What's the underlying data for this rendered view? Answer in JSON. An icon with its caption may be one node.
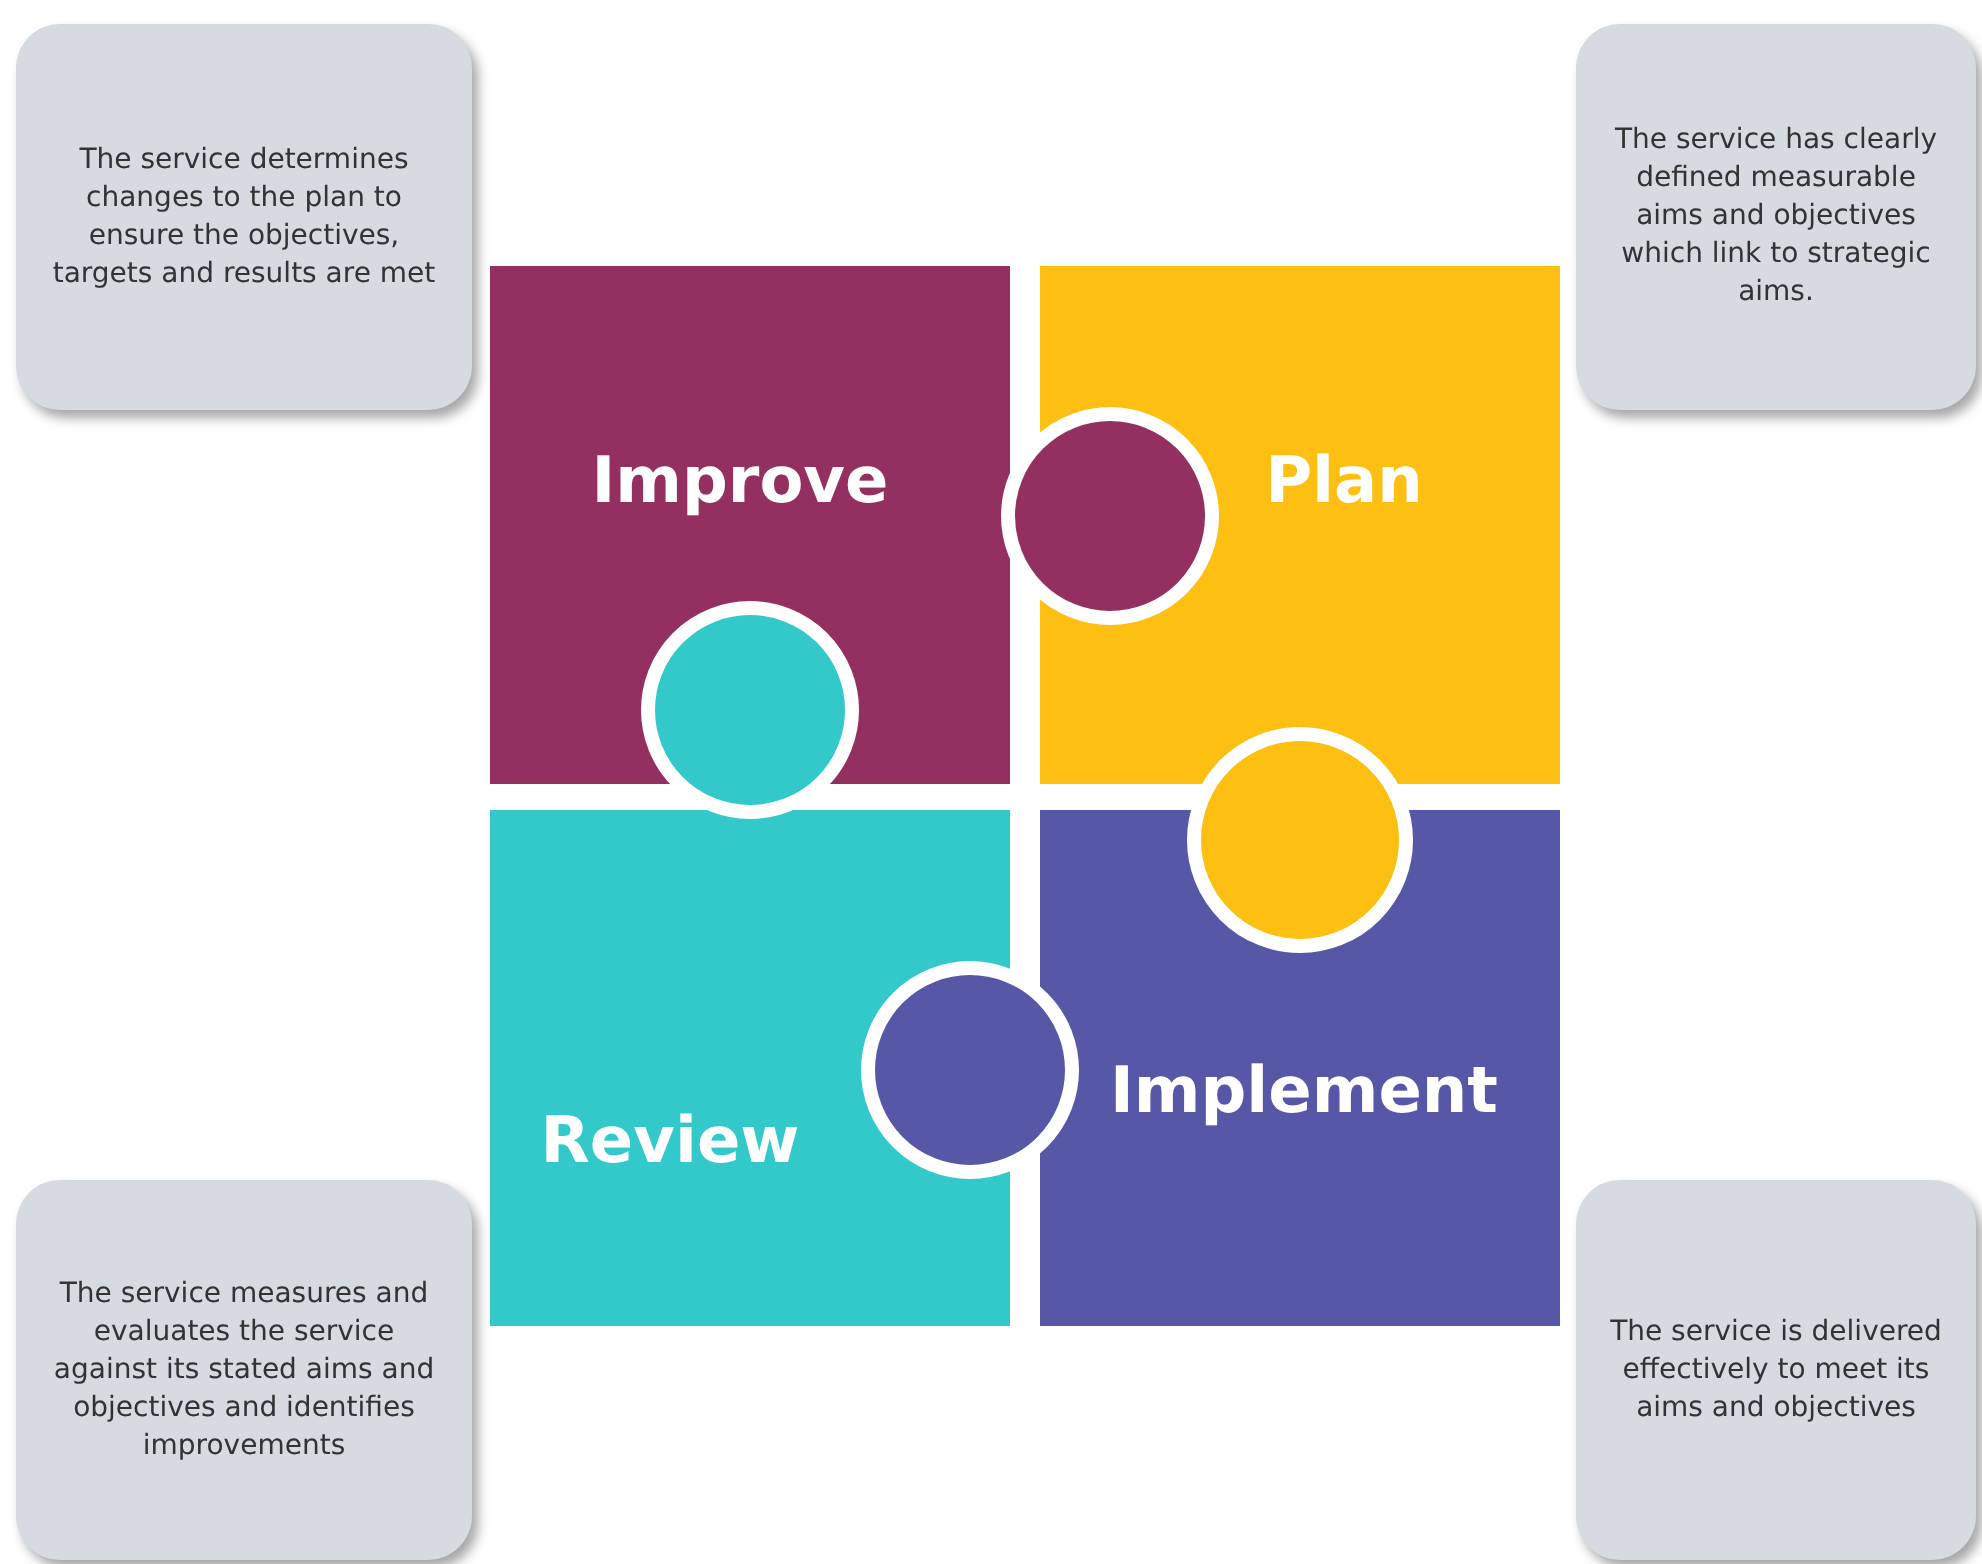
{
  "diagram": {
    "nodes": [
      {
        "text": [
          "The service determines changes to the plan to ensure the objectives, targets and results are met"
        ]
      },
      {
        "text": [
          "The service has clearly defined measurable aims and objectives which link to strategic aims."
        ]
      },
      {
        "text": [
          "Improve"
        ]
      },
      {
        "text": [
          "Plan"
        ]
      },
      {
        "text": [
          "Review"
        ]
      },
      {
        "text": [
          "Implement"
        ]
      },
      {
        "text": [
          "The service measures and evaluates the service against its stated aims and objectives and identifies improvements"
        ]
      },
      {
        "text": [
          "The service is delivered effectively to meet its aims and objectives"
        ]
      }
    ]
  }
}
